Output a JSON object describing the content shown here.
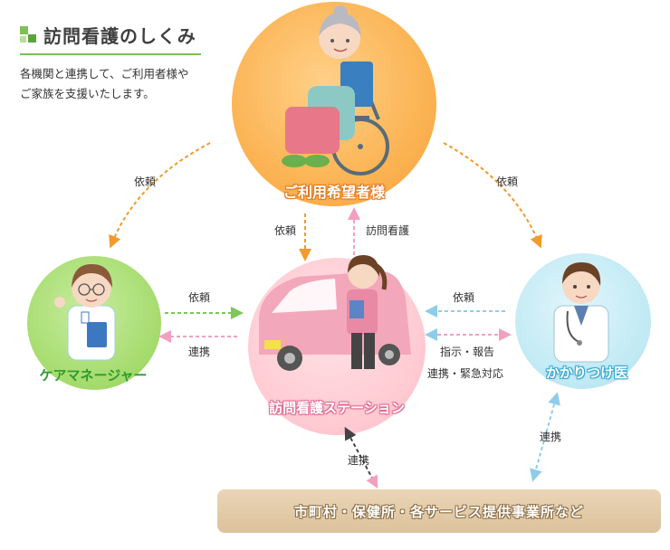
{
  "header": {
    "title": "訪問看護のしくみ",
    "desc_line1": "各機関と連携して、ご利用者様や",
    "desc_line2": "ご家族を支援いたします。"
  },
  "nodes": {
    "user": "ご利用希望者様",
    "care_manager": "ケアマネージャー",
    "station": "訪問看護ステーション",
    "doctor": "かかりつけ医",
    "bottom": "市町村・保健所・各サービス提供事業所など"
  },
  "edges": {
    "user_to_care": "依頼",
    "user_to_doctor": "依頼",
    "user_to_station": "依頼",
    "station_to_user": "訪問看護",
    "care_to_station": "依頼",
    "station_to_care": "連携",
    "doctor_to_station": "依頼",
    "station_doctor_1": "指示・報告",
    "station_doctor_2": "連携・緊急対応",
    "station_bottom": "連携",
    "doctor_bottom": "連携"
  },
  "colors": {
    "orange": "#f29a2e",
    "green": "#7cc65a",
    "pink": "#f2a0c0",
    "blue": "#8ecde9",
    "dark": "#444444",
    "user_circle": "#fbb454",
    "care_circle": "#a4db6c",
    "station_circle": "#ffc9d1",
    "doctor_circle": "#bfe9f4"
  }
}
